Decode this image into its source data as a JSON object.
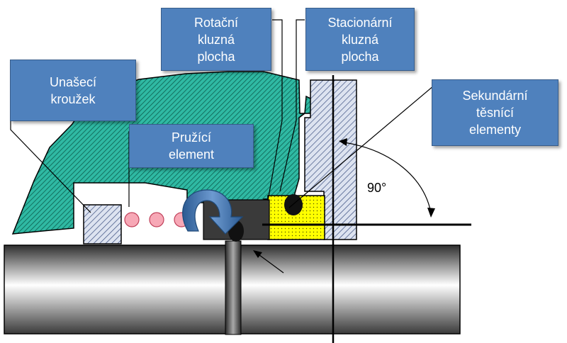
{
  "labels": {
    "rotating_face": "Rotační\nkluzná\nplocha",
    "stationary_face": "Stacionární\nkluzná\nplocha",
    "drive_ring": "Unašecí\nkroužek",
    "spring_element": "Pružící\nelement",
    "secondary_seals": "Sekundární\ntěsnící\nelementy",
    "angle": "90°"
  },
  "colors": {
    "callout_fill": "#4f81bd",
    "housing_hatch": "#2fb9a3",
    "stationary_hatch": "#b8c2da",
    "seal_ring_fill": "#ffff00",
    "spring_fill": "#f7a8b6",
    "rotating_ring": "#3a3a3a",
    "rotation_arrow": "#3a6eaa"
  }
}
